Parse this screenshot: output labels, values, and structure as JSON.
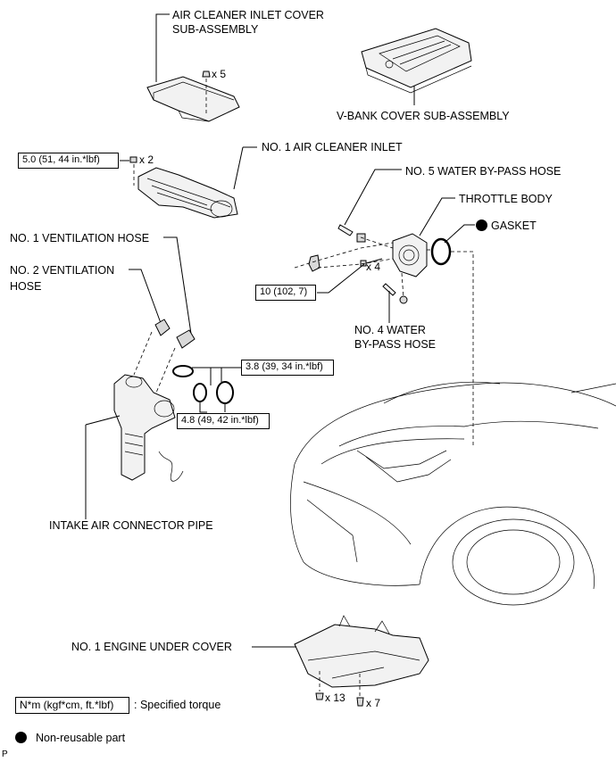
{
  "labels": {
    "air_cleaner_inlet_cover": [
      "AIR CLEANER INLET COVER",
      "SUB-ASSEMBLY"
    ],
    "v_bank_cover": "V-BANK COVER SUB-ASSEMBLY",
    "no1_air_cleaner_inlet": "NO. 1 AIR CLEANER INLET",
    "no5_water_bypass": "NO. 5 WATER BY-PASS HOSE",
    "throttle_body": "THROTTLE BODY",
    "gasket": "GASKET",
    "no1_ventilation_hose": "NO. 1 VENTILATION HOSE",
    "no2_ventilation_hose": [
      "NO. 2 VENTILATION",
      "HOSE"
    ],
    "no4_water_bypass": [
      "NO. 4 WATER",
      "BY-PASS HOSE"
    ],
    "intake_air_connector_pipe": "INTAKE AIR CONNECTOR PIPE",
    "no1_engine_under_cover": "NO. 1 ENGINE UNDER COVER"
  },
  "torques": {
    "inlet_bolt": "5.0 (51, 44 in.*lbf)",
    "throttle_bolt": "10 (102, 7)",
    "clamp_upper": "3.8 (39, 34 in.*lbf)",
    "clamp_lower": "4.8 (49, 42 in.*lbf)"
  },
  "quantities": {
    "cover_clips": "x 5",
    "inlet_bolts": "x 2",
    "throttle_bolts": "x 4",
    "under_cover_clips": "x 13",
    "under_cover_bolts": "x 7"
  },
  "legend": {
    "torque_box": "N*m (kgf*cm, ft.*lbf)",
    "torque_text": ": Specified torque",
    "nonreusable_text": "Non-reusable part"
  },
  "corner_mark": "P",
  "icons": [
    "non-reusable-dot-icon",
    "clip-icon",
    "bolt-icon"
  ]
}
